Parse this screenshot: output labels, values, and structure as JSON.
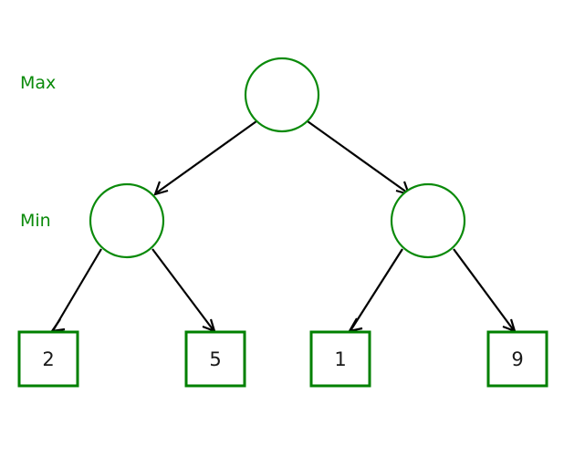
{
  "diagram": {
    "title": "minimax-game-tree",
    "colors": {
      "node_stroke": "#0a8a0a",
      "leaf_stroke": "#008000",
      "label_text": "#0a8a0a",
      "edge": "#000000",
      "leaf_text": "#1a1a1a",
      "background": "#ffffff"
    },
    "labels": [
      {
        "id": "max",
        "text": "Max"
      },
      {
        "id": "min",
        "text": "Min"
      }
    ],
    "nodes": [
      {
        "id": "root",
        "shape": "circle",
        "level": "Max",
        "text": ""
      },
      {
        "id": "min-left",
        "shape": "circle",
        "level": "Min",
        "text": ""
      },
      {
        "id": "min-right",
        "shape": "circle",
        "level": "Min",
        "text": ""
      }
    ],
    "leaves": [
      {
        "id": "leaf-1",
        "shape": "square",
        "text": "2"
      },
      {
        "id": "leaf-2",
        "shape": "square",
        "text": "5"
      },
      {
        "id": "leaf-3",
        "shape": "square",
        "text": "1"
      },
      {
        "id": "leaf-4",
        "shape": "square",
        "text": "9"
      }
    ],
    "edges": [
      {
        "from": "root",
        "to": "min-left",
        "arrow": "open-v"
      },
      {
        "from": "root",
        "to": "min-right",
        "arrow": "open-v"
      },
      {
        "from": "min-left",
        "to": "leaf-1",
        "arrow": "open-v"
      },
      {
        "from": "min-left",
        "to": "leaf-2",
        "arrow": "open-v"
      },
      {
        "from": "min-right",
        "to": "leaf-3",
        "arrow": "open-v"
      },
      {
        "from": "min-right",
        "to": "leaf-4",
        "arrow": "open-v"
      }
    ]
  }
}
